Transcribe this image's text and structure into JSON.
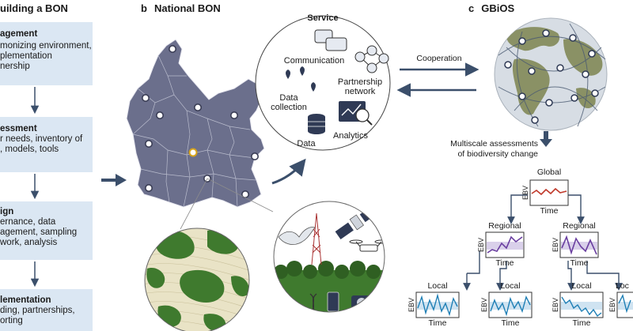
{
  "panel_a": {
    "title": "uilding a BON",
    "stages": [
      {
        "title": "agement",
        "desc": "monizing environment,\nplementation\nnership"
      },
      {
        "title": "essment",
        "desc": "r needs, inventory of\n, models, tools"
      },
      {
        "title": "ign",
        "desc": "ernance, data\nagement, sampling\nwork, analysis"
      },
      {
        "title": "lementation",
        "desc": "ding, partnerships,\norting"
      }
    ]
  },
  "panel_b": {
    "letter": "b",
    "title": "National BON",
    "service": {
      "title": "Service",
      "communication": "Communication",
      "partnership": "Partnership\nnetwork",
      "data_collection": "Data\ncollection",
      "data": "Data",
      "analytics": "Analytics"
    }
  },
  "panel_c": {
    "letter": "c",
    "title": "GBiOS",
    "cooperation": "Cooperation",
    "assessments": "Multiscale assessments\nof biodiversity change",
    "ebv_label": "EBV",
    "time_label": "Time",
    "scales": {
      "global": "Global",
      "regional_left": "Regional",
      "regional_right": "Regional",
      "local_1": "Local",
      "local_2": "Local",
      "local_3": "Local",
      "local_4": "Loc"
    }
  },
  "colors": {
    "stage_fill": "#dbe7f3",
    "arrow": "#3b4f6b",
    "map_fill": "#6b6f8c",
    "globe_sea": "#d7dde4",
    "globe_land": "#8a9165",
    "global_line": "#c0392b",
    "regional_line": "#6a3fa0",
    "local_line": "#1f7fb5"
  }
}
